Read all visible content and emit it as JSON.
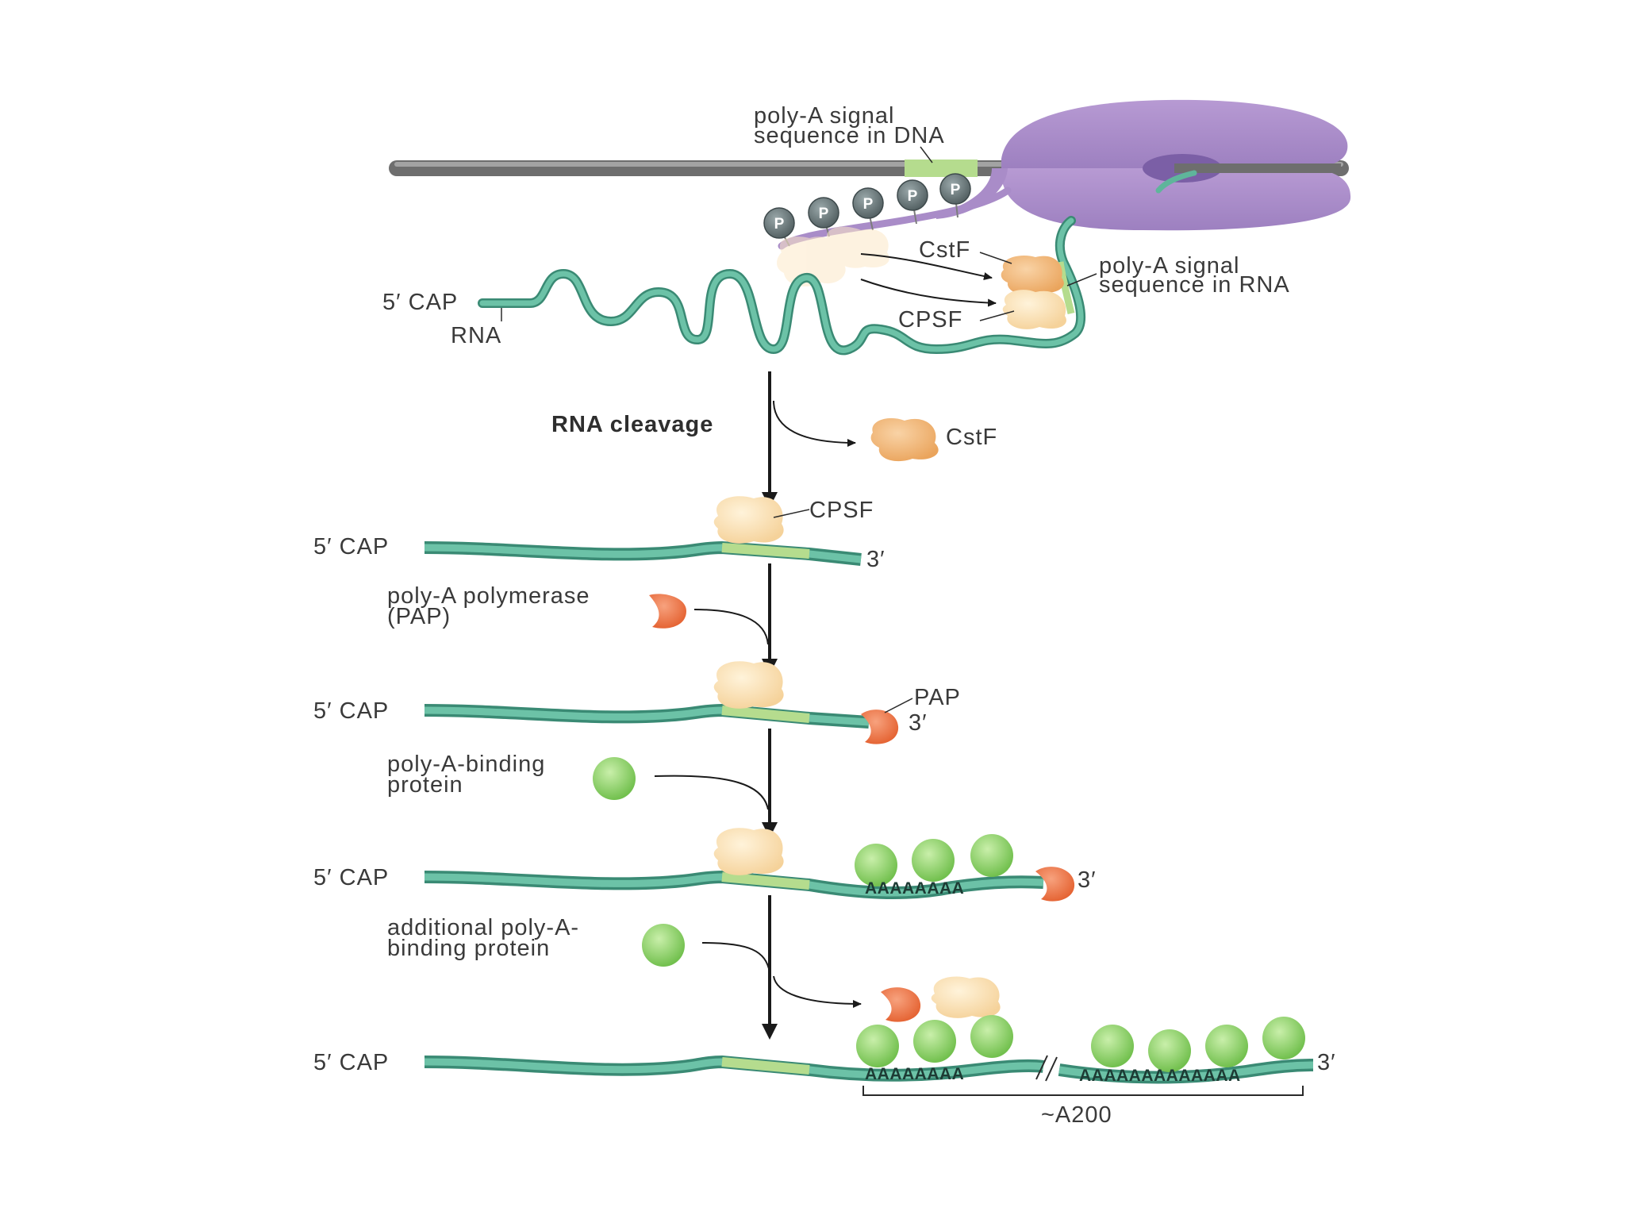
{
  "labels": {
    "dna_signal_line1": "poly-A signal",
    "dna_signal_line2": "sequence in DNA",
    "cstf": "CstF",
    "cpsf": "CPSF",
    "rna_signal_line1": "poly-A signal",
    "rna_signal_line2": "sequence in RNA",
    "five_cap": "5′ CAP",
    "rna": "RNA",
    "rna_cleavage": "RNA cleavage",
    "three_prime": "3′",
    "pap_full_line1": "poly-A polymerase",
    "pap_full_line2": "(PAP)",
    "pap": "PAP",
    "pabp_line1": "poly-A-binding",
    "pabp_line2": "protein",
    "add_pabp_line1": "additional poly-A-",
    "add_pabp_line2": "binding protein",
    "polyA_short": "AAAAAAAA",
    "polyA_long": "AAAAAAAAAAAAA",
    "length": "~A200"
  },
  "phospho_marks": [
    "P",
    "P",
    "P",
    "P",
    "P"
  ],
  "colors": {
    "rna": "#5fb59b",
    "rna_dark": "#3a8a74",
    "signal": "#b5dc8e",
    "dna": "#8a8a8a",
    "polymerase": "#a98cc8",
    "cstf": "#f2b87a",
    "cpsf": "#fbe2b4",
    "pap": "#ee7a4c",
    "pabp": "#8fd16a",
    "phospho": "#6c7a7c"
  }
}
